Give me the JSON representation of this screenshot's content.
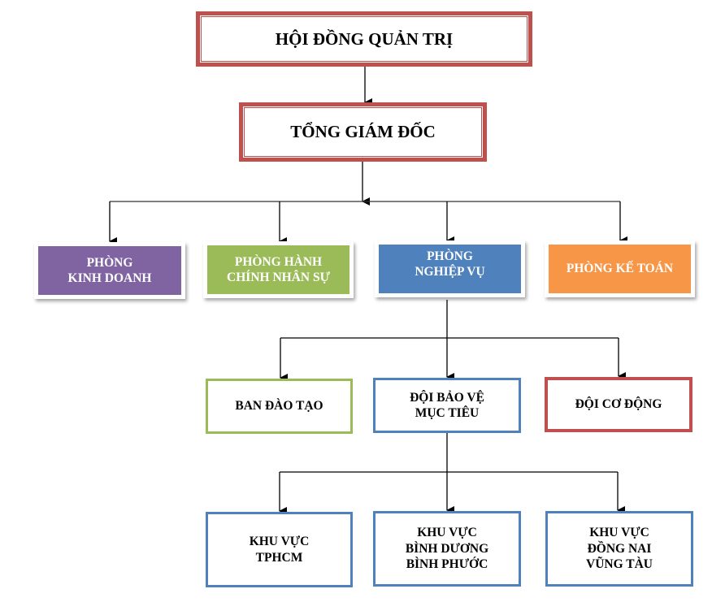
{
  "title": "Organizational chart",
  "colors": {
    "board": "#C0504D",
    "sales": "#8064A2",
    "hr": "#9BBB59",
    "operations": "#4F81BD",
    "accounting": "#F79646",
    "training": "#9BBB59",
    "security_team": "#4F81BD",
    "mobile_team": "#C0504D",
    "regions": "#4F81BD"
  },
  "nodes": {
    "board": "HỘI ĐỒNG QUẢN TRỊ",
    "ceo": "TỔNG GIÁM ĐỐC",
    "sales": "PHÒNG\nKINH DOANH",
    "hr": "PHÒNG HÀNH\nCHÍNH NHÂN SỰ",
    "operations": "PHÒNG\nNGHIỆP VỤ",
    "accounting": "PHÒNG KẾ TOÁN",
    "training": "BAN ĐÀO TẠO",
    "security_team": "ĐỘI BẢO VỆ\nMỤC TIÊU",
    "mobile_team": "ĐỘI CƠ ĐỘNG",
    "region_hcm": "KHU VỰC\nTPHCM",
    "region_bd_bp": "KHU VỰC\nBÌNH DƯƠNG\nBÌNH PHƯỚC",
    "region_dn_vt": "KHU VỰC\nĐỒNG NAI\nVŨNG TÀU"
  },
  "edges": [
    [
      "board",
      "ceo"
    ],
    [
      "ceo",
      "sales"
    ],
    [
      "ceo",
      "hr"
    ],
    [
      "ceo",
      "operations"
    ],
    [
      "ceo",
      "accounting"
    ],
    [
      "operations",
      "training"
    ],
    [
      "operations",
      "security_team"
    ],
    [
      "operations",
      "mobile_team"
    ],
    [
      "security_team",
      "region_hcm"
    ],
    [
      "security_team",
      "region_bd_bp"
    ],
    [
      "security_team",
      "region_dn_vt"
    ]
  ]
}
